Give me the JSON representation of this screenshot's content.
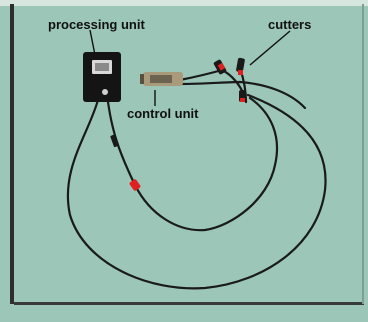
{
  "labels": {
    "processing_unit": "processing unit",
    "cutters": "cutters",
    "control_unit": "control unit"
  },
  "colors": {
    "background": "#9bc6b8",
    "frame": "#333333",
    "cable": "#1a1a1a",
    "device": "#141414",
    "connector_red": "#e02020"
  }
}
